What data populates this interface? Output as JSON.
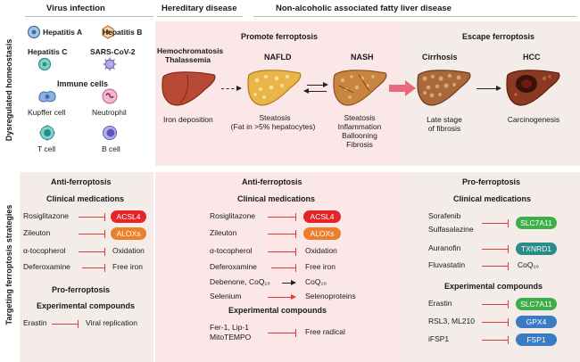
{
  "headers": {
    "virus_infection": "Virus infection",
    "hereditary_disease": "Hereditary disease",
    "nafld_header": "Non-alcoholic associated fatty liver disease"
  },
  "side_labels": {
    "top": "Dysregulated homeostasis",
    "bottom": "Targeting ferroptosis strategies"
  },
  "viruses": {
    "hep_a": "Hepatitis A",
    "hep_b": "Hepatitis B",
    "hep_c": "Hepatitis C",
    "sars": "SARS-CoV-2",
    "immune_cells": "Immune cells",
    "kupffer": "Kupffer cell",
    "neutrophil": "Neutrophil",
    "tcell": "T cell",
    "bcell": "B cell"
  },
  "promote": {
    "title": "Promote ferroptosis",
    "hemo_line1": "Hemochromatosis",
    "hemo_line2": "Thalassemia",
    "iron_deposition": "Iron deposition",
    "nafld": "NAFLD",
    "steatosis": "Steatosis",
    "fat_note": "(Fat in >5% hepatocytes)",
    "nash": "NASH",
    "nash_1": "Steatosis",
    "nash_2": "Inflammation",
    "nash_3": "Ballooning",
    "nash_4": "Fibrosis"
  },
  "escape": {
    "title": "Escape ferroptosis",
    "cirrhosis": "Cirrhosis",
    "hcc": "HCC",
    "late_1": "Late stage",
    "late_2": "of fibrosis",
    "carcinogenesis": "Carcinogenesis"
  },
  "left_panel": {
    "anti": "Anti-ferroptosis",
    "clinical": "Clinical medications",
    "rosi": "Rosiglitazone",
    "acsl4": "ACSL4",
    "zileuton": "Zileuton",
    "aloxs": "ALOXs",
    "toco": "α-tocopherol",
    "oxidation": "Oxidation",
    "defer": "Deferoxamine",
    "free_iron": "Free iron",
    "pro": "Pro-ferroptosis",
    "experimental": "Experimental compounds",
    "erastin": "Erastin",
    "viral": "Viral replication"
  },
  "mid_panel": {
    "anti": "Anti-ferroptosis",
    "clinical": "Clinical medications",
    "rosi": "Rosiglitazone",
    "acsl4": "ACSL4",
    "zileuton": "Zileuton",
    "aloxs": "ALOXs",
    "toco": "α-tocopherol",
    "oxidation": "Oxidation",
    "defer": "Deferoxamine",
    "free_iron": "Free iron",
    "debenone": "Debenone, CoQ₁₀",
    "coq10": "CoQ₁₀",
    "selenium": "Selenium",
    "selenoproteins": "Selenoproteins",
    "experimental": "Experimental compounds",
    "fer1": "Fer-1, Lip-1",
    "mito": "MitoTEMPO",
    "free_radical": "Free radical"
  },
  "right_panel": {
    "pro": "Pro-ferroptosis",
    "clinical": "Clinical medications",
    "sorafenib": "Sorafenib",
    "sulfasalazine": "Sulfasalazine",
    "slc7a11": "SLC7A11",
    "auranofin": "Auranofin",
    "txnrd1": "TXNRD1",
    "fluvastatin": "Fluvastatin",
    "coq10": "CoQ₁₀",
    "experimental": "Experimental compounds",
    "erastin": "Erastin",
    "slc7a11_b": "SLC7A11",
    "rsl3": "RSL3, ML210",
    "gpx4": "GPX4",
    "ifsp1": "iFSP1",
    "fsp1": "FSP1"
  }
}
